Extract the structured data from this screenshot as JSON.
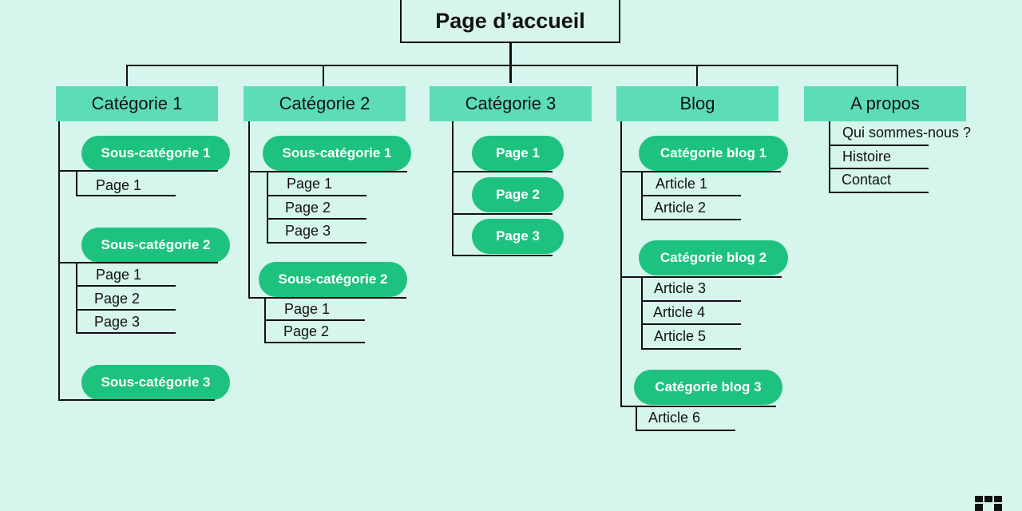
{
  "root": "Page d’accueil",
  "columns": [
    {
      "label": "Catégorie 1",
      "groups": [
        {
          "label": "Sous-catégorie 1",
          "items": [
            "Page 1"
          ]
        },
        {
          "label": "Sous-catégorie 2",
          "items": [
            "Page 1",
            "Page 2",
            "Page 3"
          ]
        },
        {
          "label": "Sous-catégorie 3",
          "items": []
        }
      ]
    },
    {
      "label": "Catégorie 2",
      "groups": [
        {
          "label": "Sous-catégorie 1",
          "items": [
            "Page 1",
            "Page 2",
            "Page 3"
          ]
        },
        {
          "label": "Sous-catégorie 2",
          "items": [
            "Page 1",
            "Page 2"
          ]
        }
      ]
    },
    {
      "label": "Catégorie 3",
      "pages": [
        "Page 1",
        "Page 2",
        "Page 3"
      ]
    },
    {
      "label": "Blog",
      "groups": [
        {
          "label": "Catégorie blog 1",
          "items": [
            "Article 1",
            "Article 2"
          ]
        },
        {
          "label": "Catégorie blog 2",
          "items": [
            "Article 3",
            "Article 4",
            "Article 5"
          ]
        },
        {
          "label": "Catégorie blog 3",
          "items": [
            "Article 6"
          ]
        }
      ]
    },
    {
      "label": "A propos",
      "items": [
        "Qui sommes-nous ?",
        "Histoire",
        "Contact"
      ]
    }
  ],
  "colors": {
    "background": "#d6f5ec",
    "category_box": "#5ddcb8",
    "pill": "#1ec27f",
    "line": "#111111"
  }
}
